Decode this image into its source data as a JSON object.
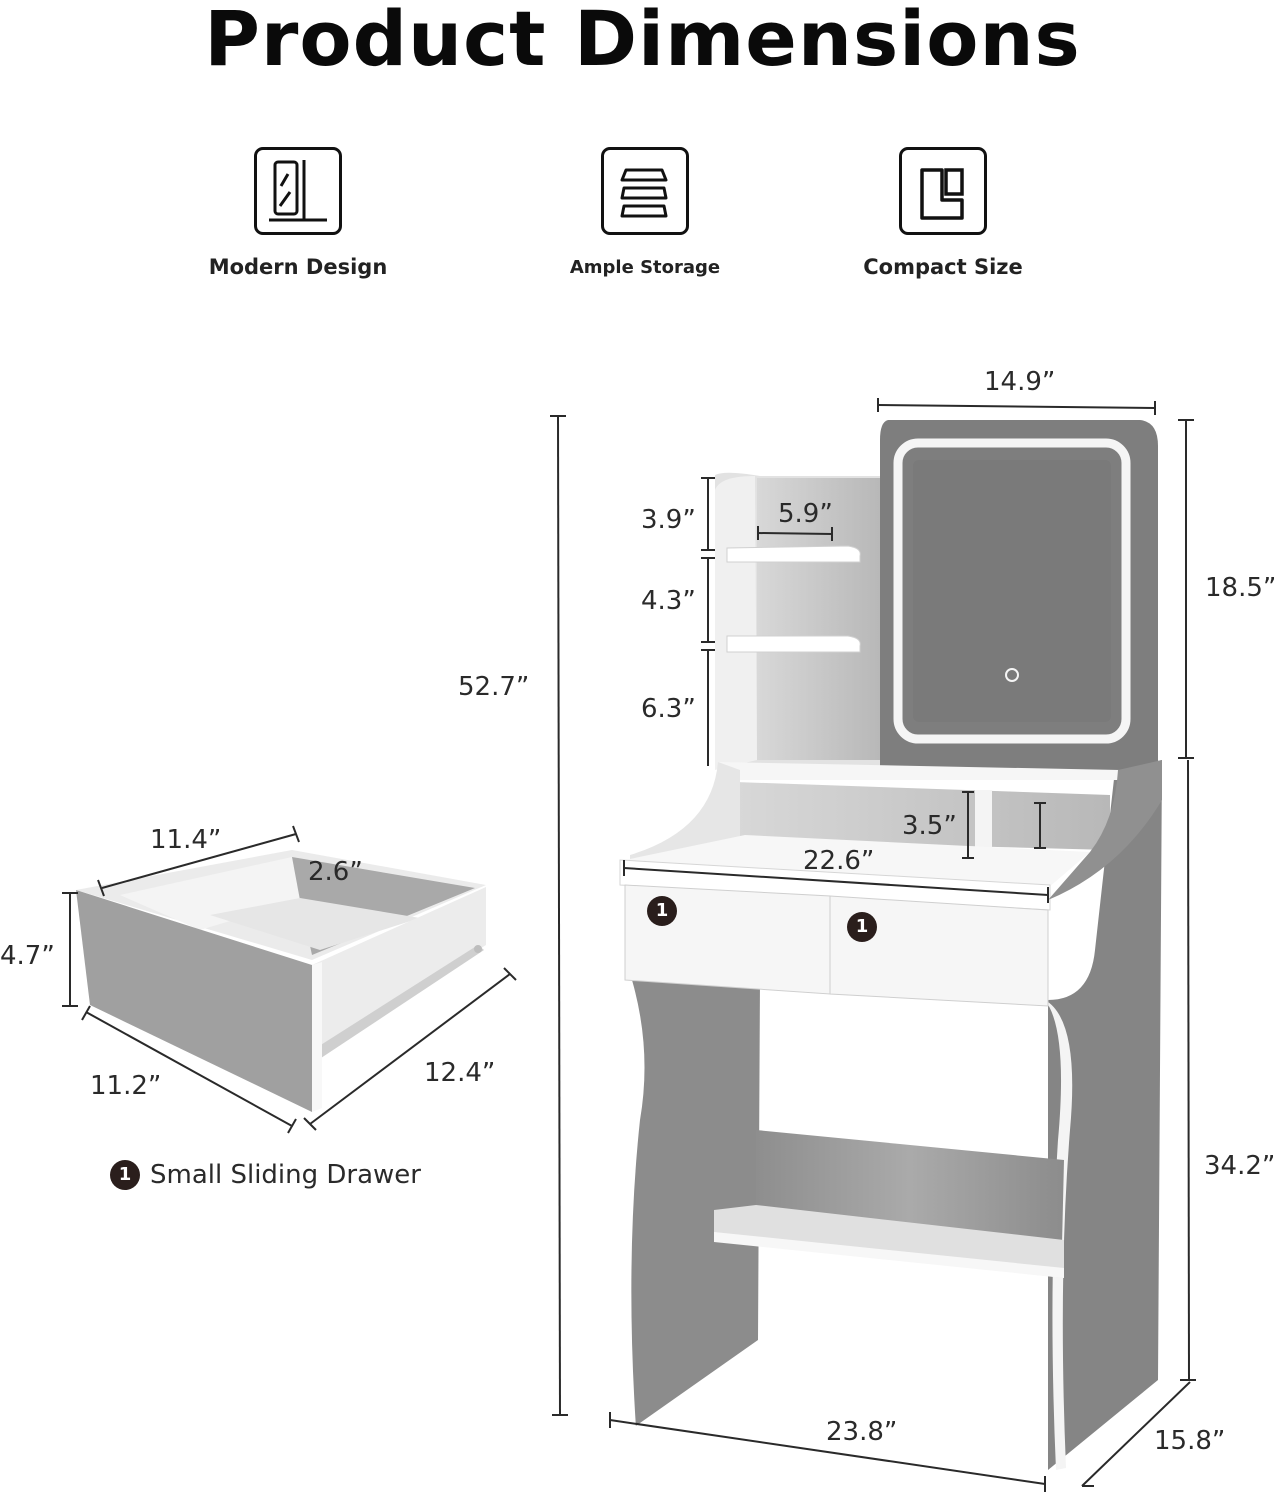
{
  "header": {
    "title": "Product Dimensions"
  },
  "features": [
    {
      "label": "Modern Design",
      "icon": "mirror-icon"
    },
    {
      "label": "Ample Storage",
      "icon": "stacked-shelves-icon"
    },
    {
      "label": "Compact Size",
      "icon": "compact-layout-icon"
    }
  ],
  "vanity": {
    "overall_height": "52.7”",
    "mirror_width": "14.9”",
    "mirror_height": "18.5”",
    "shelf_1_height": "3.9”",
    "shelf_width": "5.9”",
    "shelf_2_height": "4.3”",
    "shelf_3_height": "6.3”",
    "cubby_height": "3.5”",
    "desktop_width": "22.6”",
    "table_height": "34.2”",
    "base_width": "23.8”",
    "base_depth": "15.8”",
    "drawer_badges": [
      "1",
      "1"
    ]
  },
  "drawer": {
    "top_width": "11.4”",
    "inner_depth": "2.6”",
    "height": "4.7”",
    "front_width": "11.2”",
    "length": "12.4”"
  },
  "legend": {
    "badge": "1",
    "label": "Small Sliding Drawer"
  },
  "colors": {
    "panel": "#8a8a8a",
    "panel_light": "#ececec",
    "mirror": "#7c7c7c",
    "led": "#f6f6f6",
    "badge": "#2a1e1c",
    "text": "#2a2a2a"
  }
}
